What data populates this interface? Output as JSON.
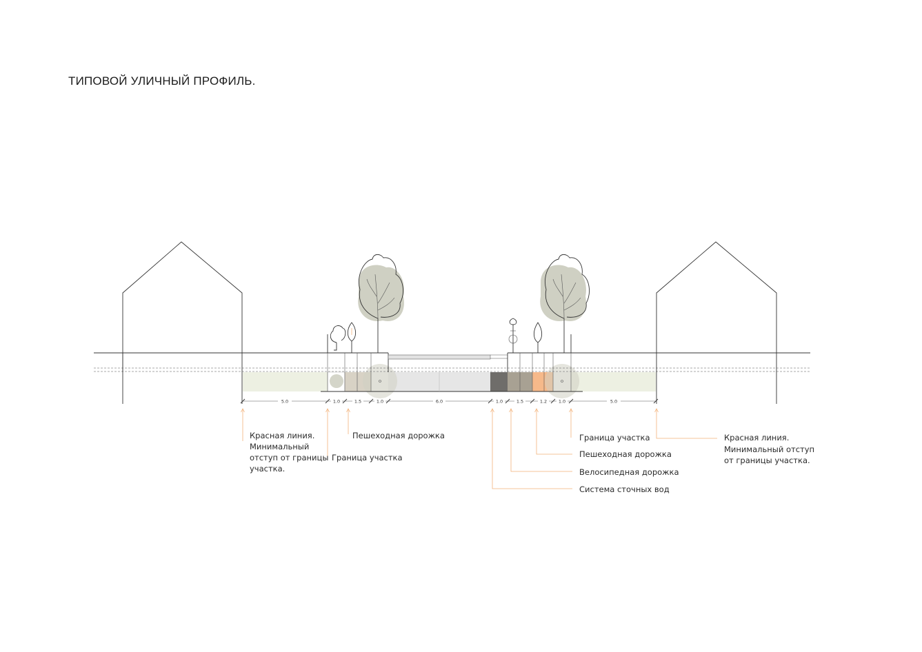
{
  "title": "ТИПОВОЙ УЛИЧНЫЙ ПРОФИЛЬ.",
  "colors": {
    "setback": "#edf0e2",
    "tree_canopy": "#cfd0c3",
    "sidewalk": "#d8d2c5",
    "road": "#e6e6e6",
    "drain": "#6f6d6a",
    "bike": "#a8a193",
    "orange_path": "#f6b98a",
    "leader": "#f2b27a"
  },
  "dimensions": [
    "5.0",
    "1.0",
    "1.5",
    "1.0",
    "6.0",
    "1.0",
    "1.5",
    "1.2",
    "1.0",
    "5.0"
  ],
  "labels": {
    "left_red_line": [
      "Красная линия.",
      "Минимальный",
      "отступ от границы",
      "участка."
    ],
    "left_pedestrian": "Пешеходная дорожка",
    "left_boundary": "Граница участка",
    "right_boundary": "Граница участка",
    "right_pedestrian": "Пешеходная дорожка",
    "right_bike": "Велосипедная дорожка",
    "right_drain": "Система сточных вод",
    "right_red_line": [
      "Красная линия.",
      "Минимальный отступ",
      "от границы участка."
    ]
  }
}
